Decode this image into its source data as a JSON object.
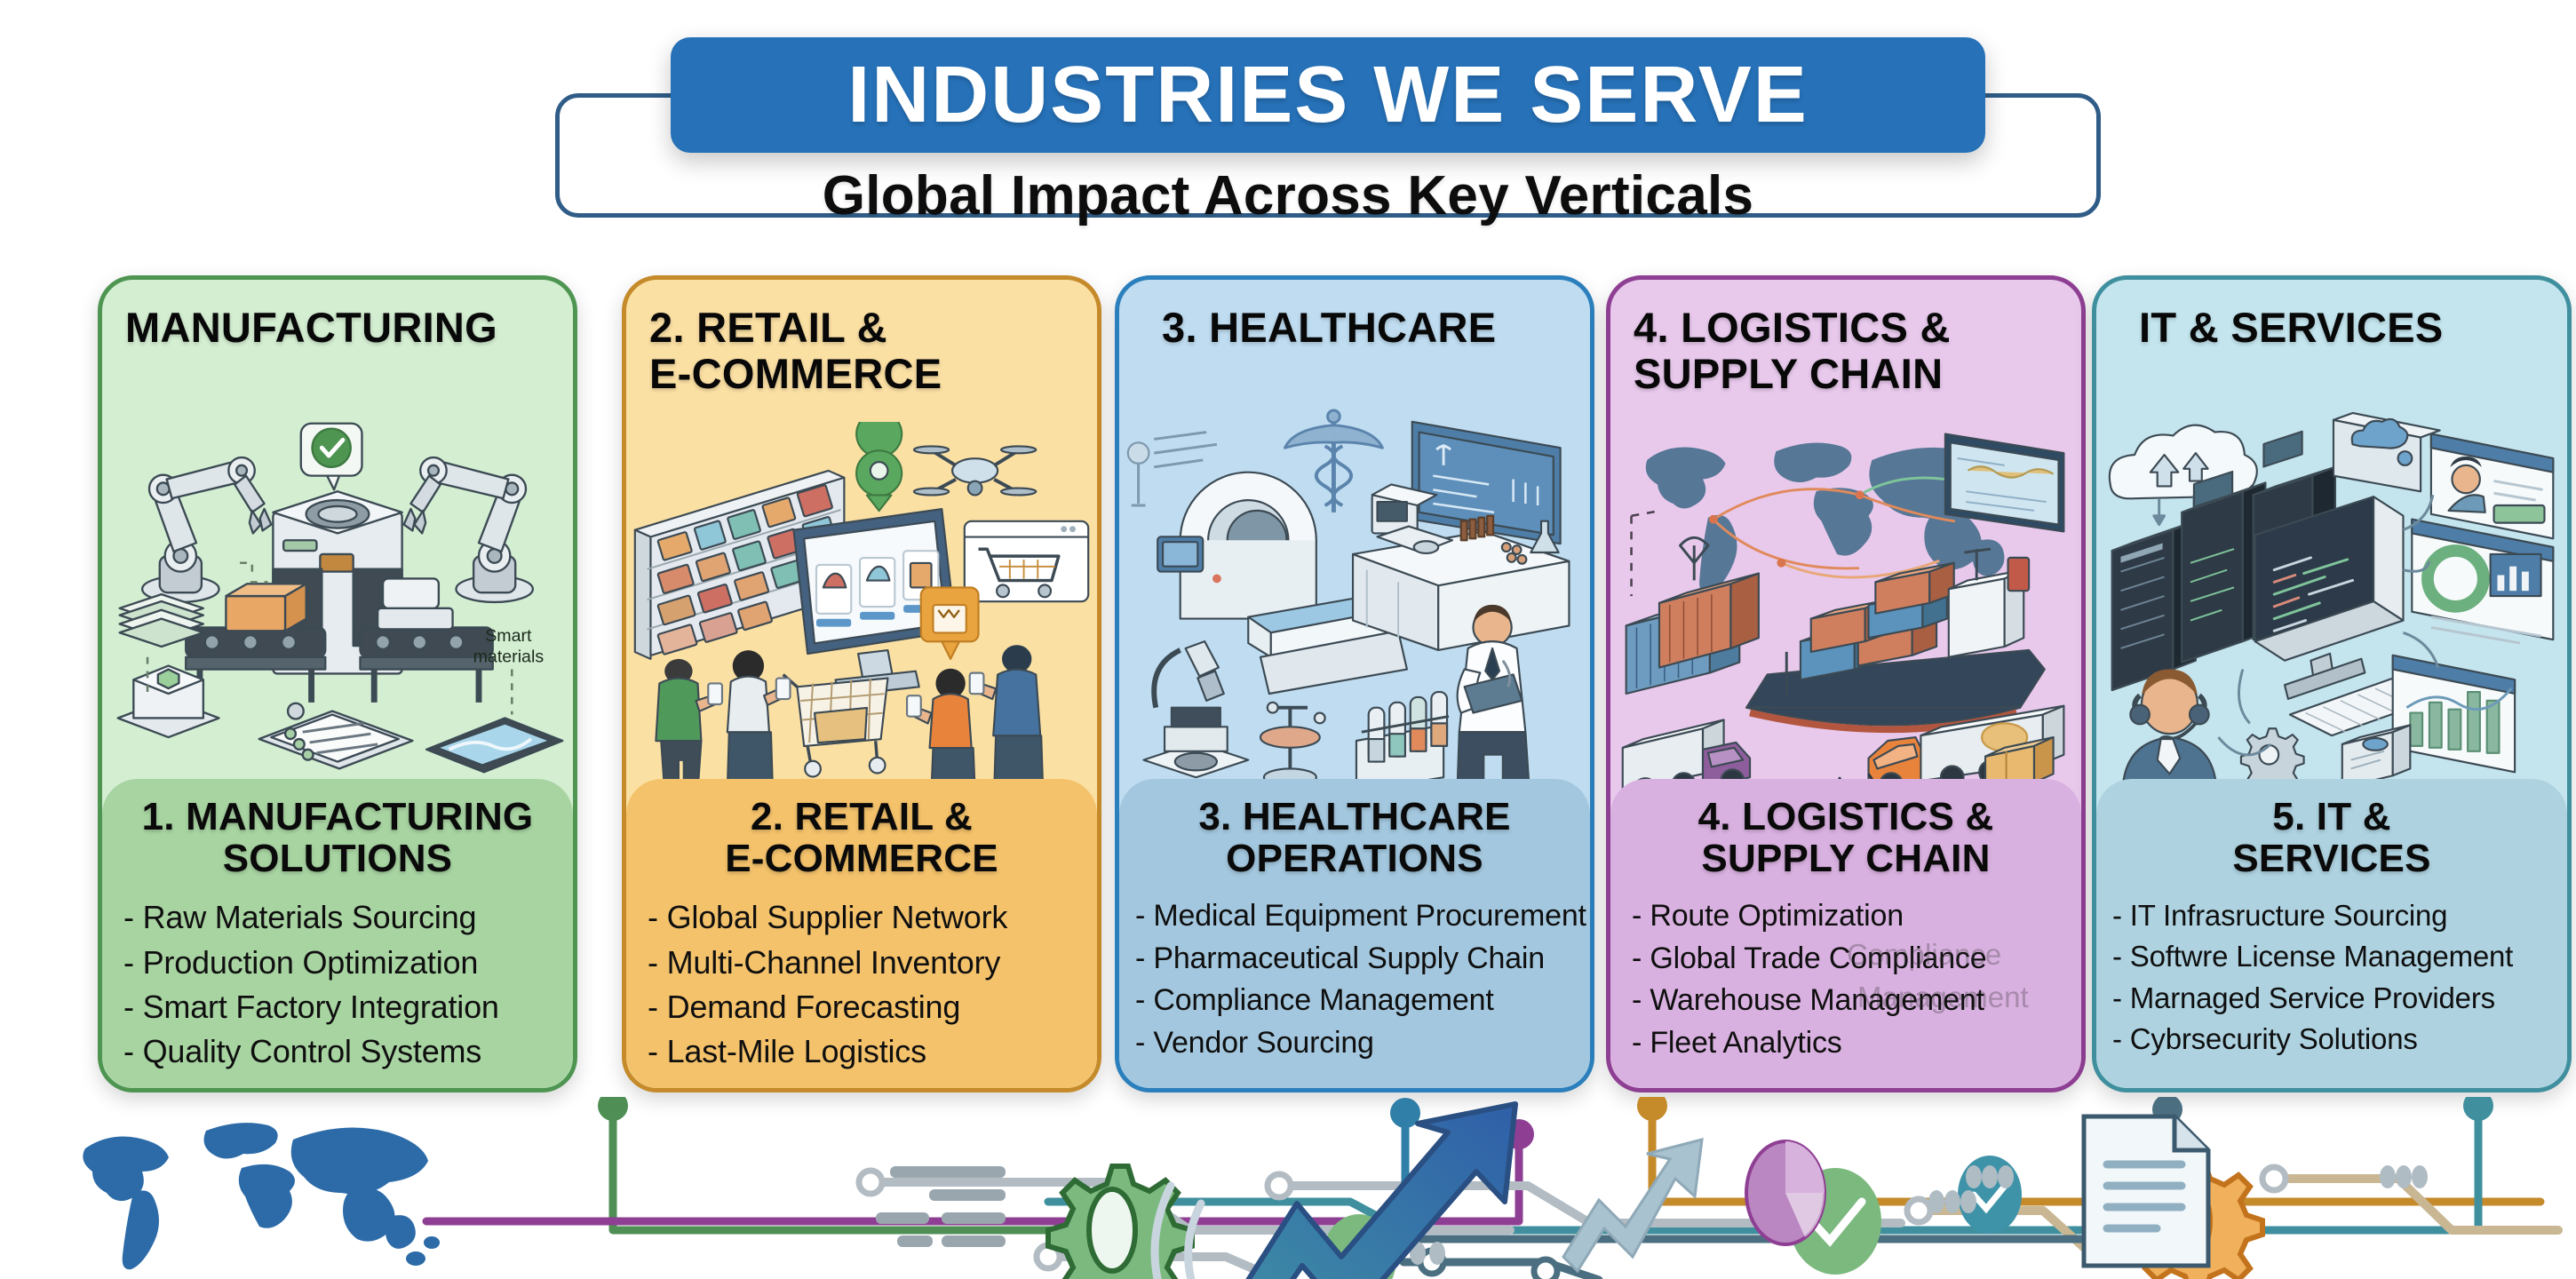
{
  "header": {
    "title": "INDUSTRIES WE SERVE",
    "subtitle": "Global Impact Across Key Verticals",
    "banner_color": "#2671b8",
    "frame_color": "#2f5d87"
  },
  "cards": [
    {
      "top_title": "MANUFACTURING",
      "footer_title_line1": "1. MANUFACTURING",
      "footer_title_line2": "SOLUTIONS",
      "bullets": [
        "- Raw Materials Sourcing",
        "- Production Optimization",
        "- Smart Factory Integration",
        "- Quality Control Systems"
      ],
      "accent": "#4f9552",
      "body_bg": "#d4eed2",
      "footer_bg": "#a8d4a2",
      "illustration": "manufacturing-robotic-assembly-line",
      "illustration_label": "Smart materials"
    },
    {
      "top_title_line1": "2. RETAIL &",
      "top_title_line2": "E-COMMERCE",
      "footer_title_line1": "2. RETAIL &",
      "footer_title_line2": "E-COMMERCE",
      "bullets": [
        "- Global Supplier Network",
        "- Multi-Channel Inventory",
        "- Demand Forecasting",
        "- Last-Mile Logistics"
      ],
      "accent": "#c58a2a",
      "body_bg": "#fbe0a4",
      "footer_bg": "#f4c26b",
      "illustration": "retail-store-shelves-shoppers-ecommerce"
    },
    {
      "top_title": "3. HEALTHCARE",
      "footer_title_line1": "3. HEALTHCARE",
      "footer_title_line2": "OPERATIONS",
      "bullets": [
        "- Medical Equipment Procurement",
        "- Pharmaceutical Supply Chain",
        "- Compliance Management",
        "- Vendor Sourcing"
      ],
      "accent": "#2b7fbc",
      "body_bg": "#bfdcf0",
      "footer_bg": "#a3c7de",
      "illustration": "healthcare-mri-lab-doctor"
    },
    {
      "top_title_line1": "4. LOGISTICS &",
      "top_title_line2": "SUPPLY CHAIN",
      "footer_title_line1": "4. LOGISTICS &",
      "footer_title_line2": "SUPPLY CHAIN",
      "bullets": [
        "- Route Optimization",
        "- Global Trade Compliance",
        "- Warehouse Management",
        "- Fleet Analytics"
      ],
      "ghost_bullets": [
        "Compliance",
        "Management"
      ],
      "accent": "#8e3f93",
      "body_bg": "#e8c9ec",
      "footer_bg": "#d9b1e0",
      "illustration": "logistics-cargo-ship-trucks-world-map"
    },
    {
      "top_title": "IT & SERVICES",
      "footer_title_line1": "5. IT &",
      "footer_title_line2": "SERVICES",
      "bullets": [
        "- IT Infrasructure Sourcing",
        "- Softwre License Management",
        "- Marnaged Service Providers",
        "- Cybrsecurity Solutions"
      ],
      "accent": "#3f8f9e",
      "body_bg": "#c4e5ee",
      "footer_bg": "#aed2e0",
      "illustration": "it-services-servers-cloud-support-agent"
    }
  ],
  "bottom_strip": {
    "icons": [
      "world-map-icon",
      "gear-green-icon",
      "check-circle-green-icon",
      "gear-orange-icon",
      "check-circle-green-small-icon",
      "growth-arrow-icon",
      "trend-arrow-icon",
      "pie-chart-icon",
      "check-circle-teal-icon",
      "document-icon"
    ],
    "trace_colors": [
      "#4f9552",
      "#c58a2a",
      "#8e3f93",
      "#3f8f9e",
      "#b5b8ba"
    ]
  }
}
